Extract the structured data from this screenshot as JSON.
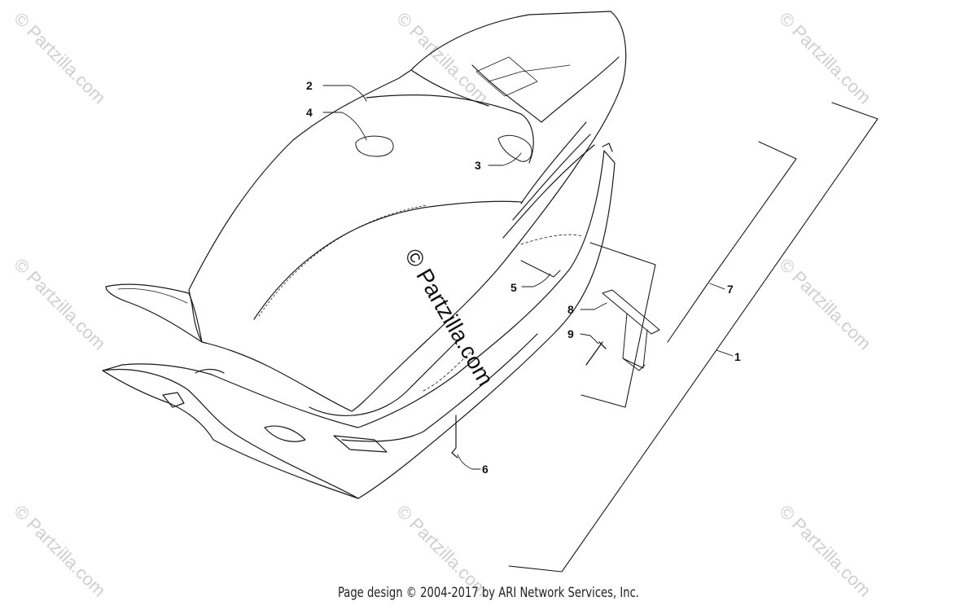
{
  "watermarks": {
    "repeat_text": "© Partzilla.com",
    "center_text": "© Partzilla.com"
  },
  "callouts": {
    "c1": "1",
    "c2": "2",
    "c3": "3",
    "c4": "4",
    "c5": "5",
    "c6": "6",
    "c7": "7",
    "c8": "8",
    "c9": "9"
  },
  "footer": {
    "text": "Page design © 2004-2017 by ARI Network Services, Inc."
  },
  "colors": {
    "line": "#1a1a1a",
    "watermark": "#cfcfcf",
    "text": "#111111"
  }
}
